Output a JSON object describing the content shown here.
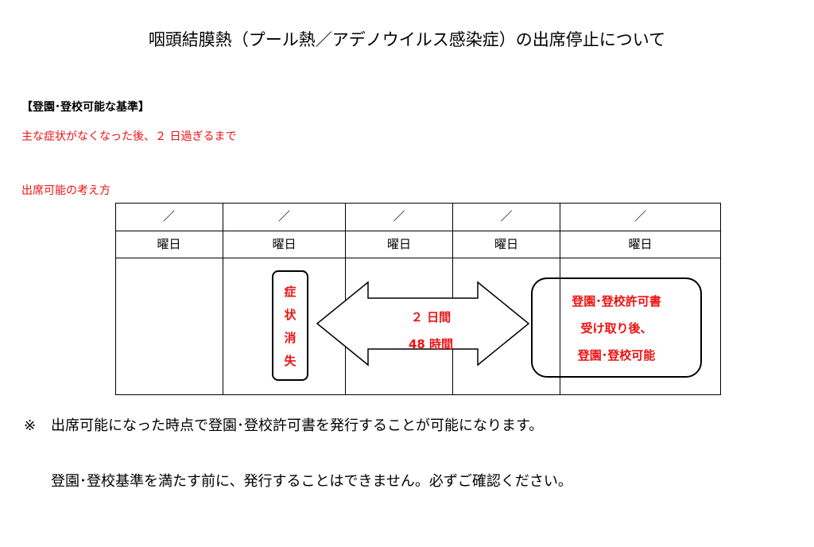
{
  "title": "咽頭結膜熱（プール熱／アデノウイルス感染症）の出席停止について",
  "criteria": {
    "heading": "【登園･登校可能な基準】",
    "text": "主な症状がなくなった後、２ 日過ぎるまで"
  },
  "approach_label": "出席可能の考え方",
  "schedule": {
    "date_row": [
      "／",
      "／",
      "／",
      "／",
      "／"
    ],
    "weekday_row": [
      "曜日",
      "曜日",
      "曜日",
      "曜日",
      "曜日"
    ],
    "symptom_box": [
      "症",
      "状",
      "消",
      "失"
    ],
    "arrow": {
      "line1": "２ 日間",
      "line2": "48 時間"
    },
    "permit_box": [
      "登園･登校許可書",
      "受け取り後、",
      "登園･登校可能"
    ]
  },
  "notes": {
    "mark": "※",
    "line1": "出席可能になった時点で登園･登校許可書を発行することが可能になります。",
    "line2": "登園･登校基準を満たす前に、発行することはできません。必ずご確認ください。"
  },
  "colors": {
    "accent_red": "#ee1111",
    "text": "#000000",
    "background": "#ffffff"
  }
}
